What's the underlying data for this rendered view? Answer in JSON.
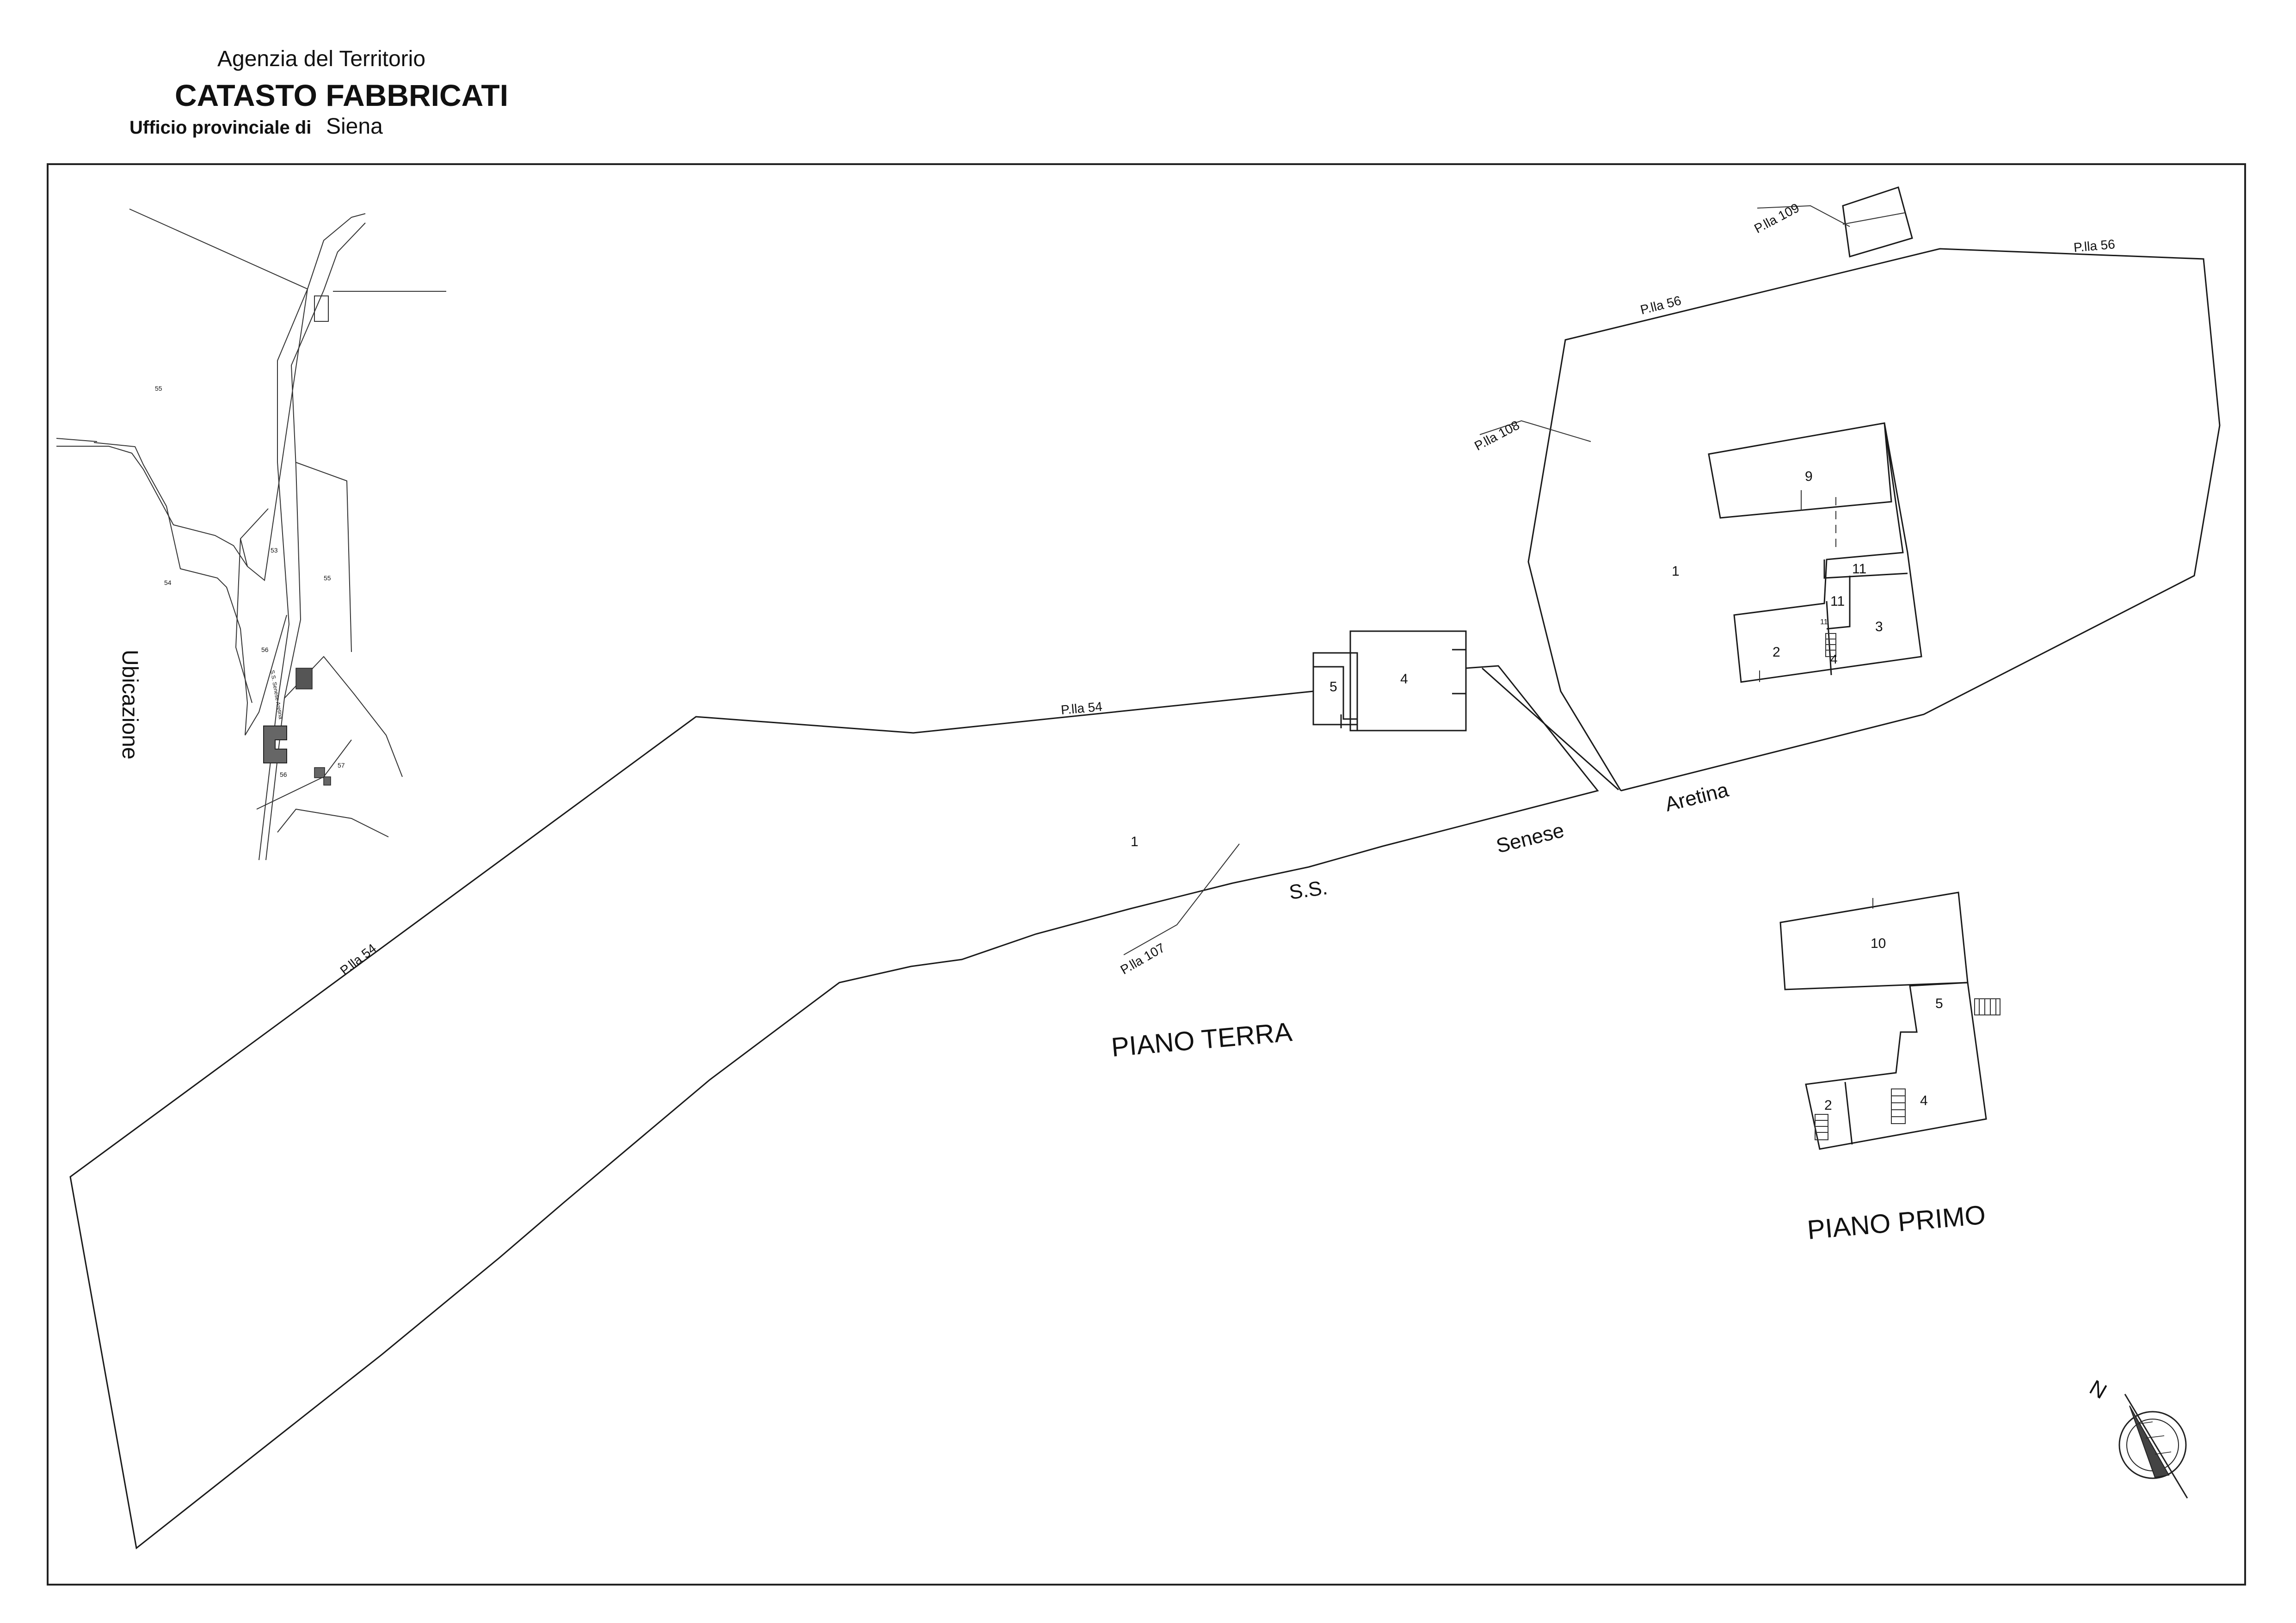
{
  "header": {
    "agency": "Agenzia del Territorio",
    "registry": "CATASTO FABBRICATI",
    "office_label": "Ufficio provinciale di",
    "office_city": "Siena"
  },
  "location_map": {
    "title": "Ubicazione",
    "parcel_labels": [
      "55",
      "53",
      "54",
      "55",
      "56",
      "57",
      "56",
      "S.S. Senese Aretina"
    ]
  },
  "ground_floor": {
    "title": "PIANO TERRA",
    "parcels": [
      "P.lla 109",
      "P.lla 56",
      "P.lla 56",
      "P.lla 108",
      "P.lla 54",
      "P.lla 54",
      "P.lla 107"
    ],
    "road": [
      "S.S.",
      "Senese",
      "Aretina"
    ],
    "units": [
      "9",
      "1",
      "11",
      "11",
      "11",
      "2",
      "3",
      "4",
      "5",
      "4",
      "1"
    ]
  },
  "first_floor": {
    "title": "PIANO PRIMO",
    "units": [
      "10",
      "5",
      "2",
      "4"
    ]
  },
  "compass": {
    "label": "N"
  }
}
